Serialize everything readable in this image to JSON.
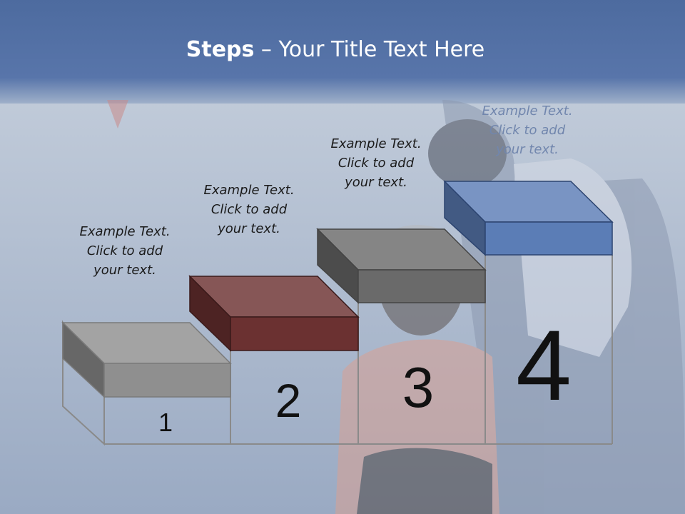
{
  "title": {
    "bold": "Steps",
    "rest": " – Your Title Text Here"
  },
  "steps": [
    {
      "number": "1",
      "label": [
        "Example Text.",
        "Click  to add",
        "your text."
      ],
      "color": "#8f8f8f"
    },
    {
      "number": "2",
      "label": [
        "Example Text.",
        "Click  to add",
        "your text."
      ],
      "color": "#6b3131"
    },
    {
      "number": "3",
      "label": [
        "Example Text.",
        "Click  to add",
        "your text."
      ],
      "color": "#6a6a6a"
    },
    {
      "number": "4",
      "label": [
        "Example Text.",
        "Click  to add",
        "your text."
      ],
      "color": "#5b7db6"
    }
  ]
}
